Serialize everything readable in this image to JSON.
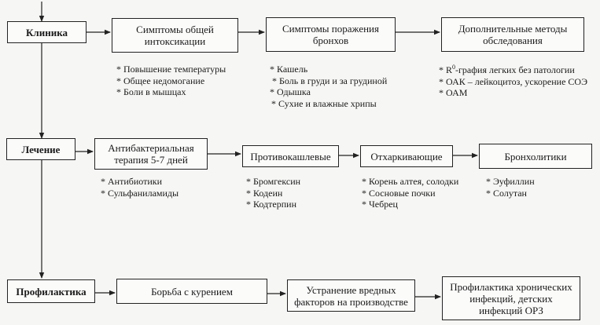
{
  "clinic": {
    "label": "Клиника",
    "intox": {
      "label": "Симптомы общей интоксикации",
      "items": [
        "Повышение температуры",
        "Общее недомогание",
        "Боли в мышцах"
      ]
    },
    "bronchi": {
      "label": "Симптомы поражения бронхов",
      "items": [
        "Кашель",
        "Боль в груди и за грудиной",
        "Одышка",
        "Сухие и влажные хрипы"
      ]
    },
    "extra": {
      "label": "Дополнительные методы обследования",
      "xray_prefix": "R",
      "xray_sup": "0",
      "xray_rest": "-графия легких без патологии",
      "items": [
        "ОАК – лейкоцитоз, ускорение СОЭ",
        "ОАМ"
      ]
    }
  },
  "treatment": {
    "label": "Лечение",
    "antibacterial": {
      "label": "Антибактериальная терапия 5-7 дней",
      "items": [
        "Антибиотики",
        "Сульфаниламиды"
      ]
    },
    "antitussive": {
      "label": "Противокашлевые",
      "items": [
        "Бромгексин",
        "Кодеин",
        "Кодтерпин"
      ]
    },
    "expectorant": {
      "label": "Отхаркивающие",
      "items": [
        "Корень алтея, солодки",
        "Сосновые почки",
        "Чебрец"
      ]
    },
    "bronchodilator": {
      "label": "Бронхолитики",
      "items": [
        "Эуфиллин",
        "Солутан"
      ]
    }
  },
  "prevention": {
    "label": "Профилактика",
    "smoking": {
      "label": "Борьба с курением"
    },
    "workplace": {
      "label": "Устранение вредных\nфакторов на производстве"
    },
    "infections": {
      "label": "Профилактика хронических\nинфекций, детских\nинфекций ОРЗ"
    }
  }
}
